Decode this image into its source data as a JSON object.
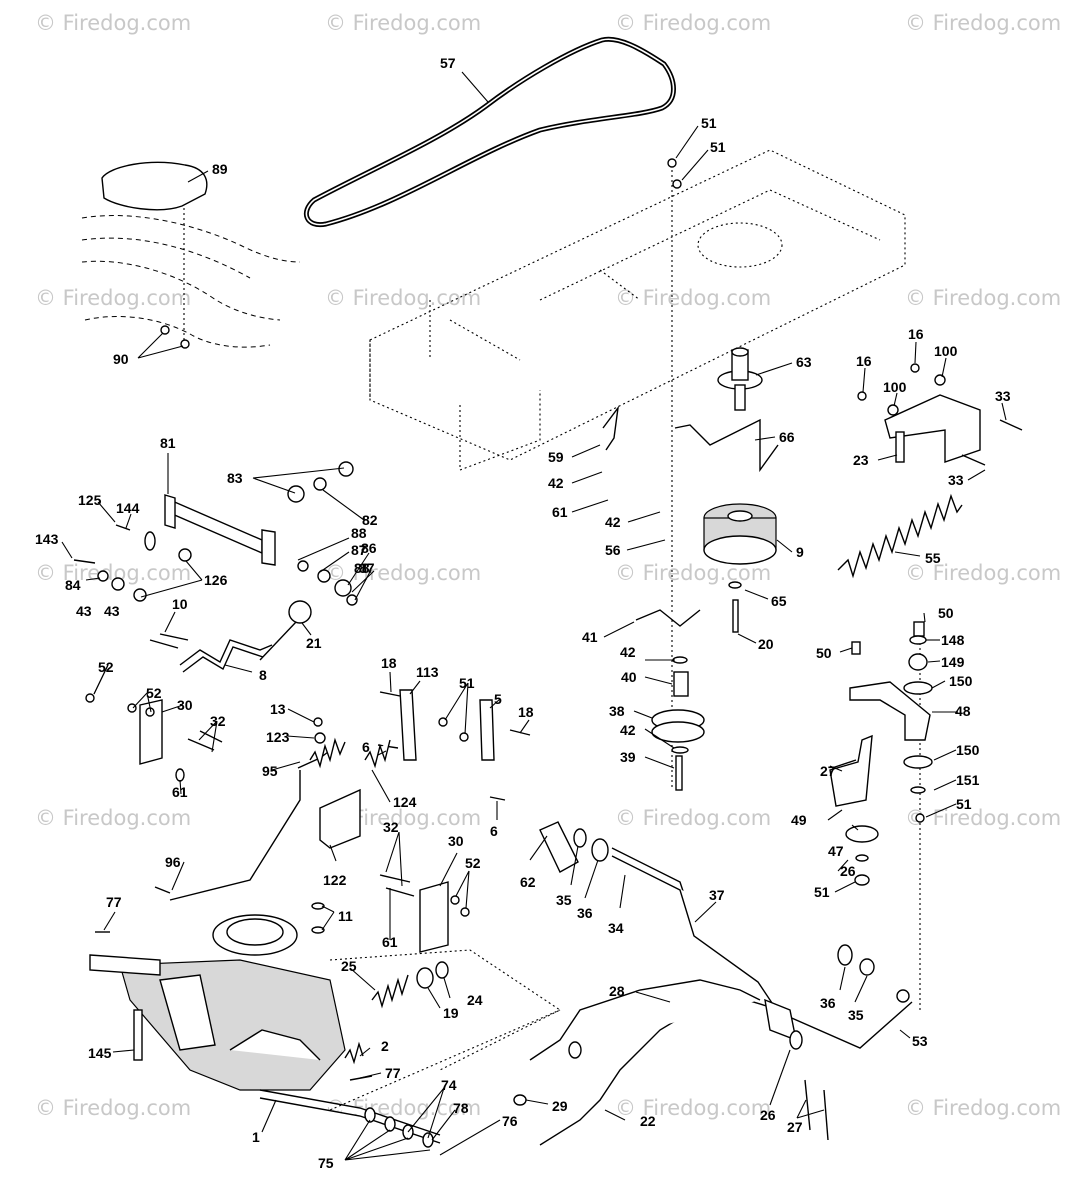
{
  "watermark": "© Firedog.com",
  "callouts": [
    "57",
    "89",
    "51",
    "51",
    "90",
    "63",
    "16",
    "100",
    "16",
    "100",
    "33",
    "23",
    "33",
    "59",
    "66",
    "81",
    "83",
    "82",
    "42",
    "125",
    "144",
    "61",
    "42",
    "143",
    "88",
    "87",
    "56",
    "9",
    "86",
    "87",
    "88",
    "84",
    "126",
    "43",
    "43",
    "55",
    "10",
    "65",
    "21",
    "20",
    "8",
    "41",
    "42",
    "50",
    "148",
    "50",
    "149",
    "52",
    "40",
    "150",
    "18",
    "113",
    "51",
    "52",
    "30",
    "5",
    "32",
    "18",
    "13",
    "38",
    "48",
    "123",
    "6",
    "42",
    "150",
    "27",
    "95",
    "124",
    "39",
    "151",
    "61",
    "51",
    "6",
    "49",
    "47",
    "62",
    "32",
    "30",
    "122",
    "26",
    "52",
    "96",
    "35",
    "36",
    "51",
    "37",
    "34",
    "77",
    "11",
    "61",
    "25",
    "24",
    "36",
    "19",
    "35",
    "53",
    "28",
    "145",
    "2",
    "77",
    "29",
    "26",
    "74",
    "78",
    "27",
    "22",
    "76",
    "1",
    "75"
  ]
}
